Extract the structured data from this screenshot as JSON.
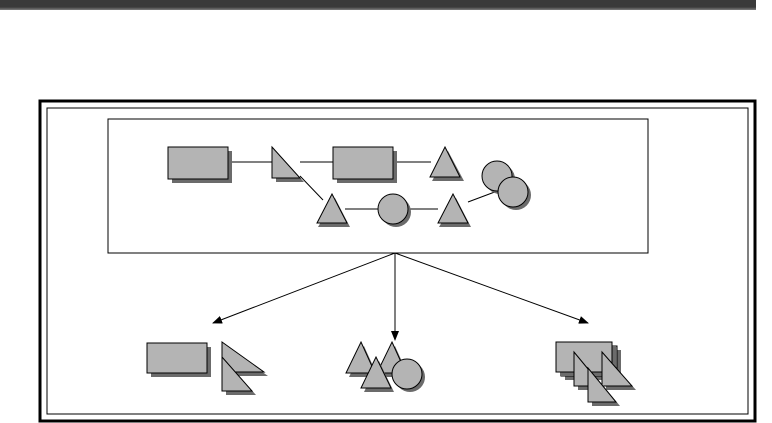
{
  "diagram": {
    "colors": {
      "shape_fill": "#b4b4b4",
      "shape_stroke": "#000000",
      "shadow": "#6b6b6b",
      "line": "#000000",
      "background": "#ffffff",
      "header_bar": "#3a3a3a"
    },
    "source_process": {
      "nodes": [
        {
          "id": "rect-1",
          "shape": "rectangle"
        },
        {
          "id": "split-triangle",
          "shape": "right-triangle"
        },
        {
          "id": "rect-2",
          "shape": "rectangle"
        },
        {
          "id": "triangle-top",
          "shape": "triangle"
        },
        {
          "id": "circle-pair",
          "shape": "double-circle"
        },
        {
          "id": "triangle-bottom-1",
          "shape": "triangle"
        },
        {
          "id": "circle-bottom",
          "shape": "circle"
        },
        {
          "id": "triangle-bottom-2",
          "shape": "triangle"
        }
      ]
    },
    "groups": [
      {
        "id": "rectangles-and-right-triangles",
        "shapes": [
          "rectangle",
          "right-triangle",
          "right-triangle"
        ]
      },
      {
        "id": "triangles-and-circle",
        "shapes": [
          "triangle",
          "triangle",
          "triangle",
          "circle"
        ]
      },
      {
        "id": "stacked-rectangles-and-triangles",
        "shapes": [
          "rectangle",
          "rectangle",
          "right-triangle",
          "right-triangle",
          "right-triangle"
        ]
      }
    ]
  }
}
